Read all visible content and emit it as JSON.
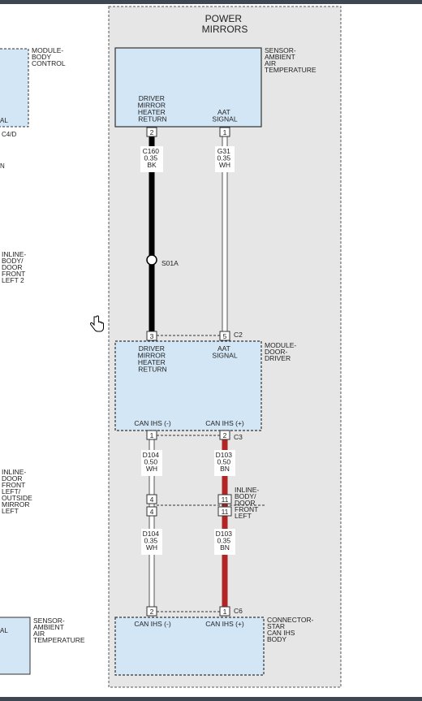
{
  "title": [
    "POWER",
    "MIRRORS"
  ],
  "components": {
    "body_control": [
      "MODULE-",
      "BODY",
      "CONTROL"
    ],
    "ambient_sensor": [
      "SENSOR-",
      "AMBIENT",
      "AIR",
      "TEMPERATURE"
    ],
    "door_driver": [
      "MODULE-",
      "DOOR-",
      "DRIVER"
    ],
    "connector_star": [
      "CONNECTOR-",
      "STAR",
      "CAN IHS",
      "BODY"
    ],
    "left_inline_body_door": [
      "INLINE-",
      "BODY/",
      "DOOR",
      "FRONT",
      "LEFT 2"
    ],
    "left_inline_door_mirror": [
      "INLINE-",
      "DOOR",
      "FRONT",
      "LEFT/",
      "OUTSIDE",
      "MIRROR",
      "LEFT"
    ],
    "left_sensor": [
      "SENSOR-",
      "AMBIENT",
      "AIR",
      "TEMPERATURE"
    ],
    "inline_body_door_right": [
      "INLINE-",
      "BODY/",
      "DOOR",
      "FRONT",
      "LEFT"
    ]
  },
  "left_fragments": {
    "c4d": "C4/D",
    "al": "AL",
    "n": "N",
    "al2": "AL"
  },
  "pins": {
    "sensor_driver": [
      "DRIVER",
      "MIRROR",
      "HEATER",
      "RETURN"
    ],
    "sensor_aat": [
      "AAT",
      "SIGNAL"
    ],
    "module_driver": [
      "DRIVER",
      "MIRROR",
      "HEATER",
      "RETURN"
    ],
    "module_aat": [
      "AAT",
      "SIGNAL"
    ],
    "can_minus": "CAN IHS (-)",
    "can_plus": "CAN IHS (+)"
  },
  "pin_numbers": {
    "sensor_left": "2",
    "sensor_right": "1",
    "mod_top_left": "3",
    "mod_top_right": "5",
    "mod_bot_left": "1",
    "mod_bot_right": "2",
    "inline_left_a": "4",
    "inline_right_a": "11",
    "inline_left_b": "4",
    "inline_right_b": "11",
    "star_left": "2",
    "star_right": "1"
  },
  "connectors": {
    "c2": "C2",
    "c3": "C3",
    "c6": "C6"
  },
  "splice": "S01A",
  "wires": {
    "c160": [
      "C160",
      "0.35",
      "BK"
    ],
    "g31": [
      "G31",
      "0.35",
      "WH"
    ],
    "d104_a": [
      "D104",
      "0.50",
      "WH"
    ],
    "d103_a": [
      "D103",
      "0.50",
      "BN"
    ],
    "d104_b": [
      "D104",
      "0.35",
      "WH"
    ],
    "d103_b": [
      "D103",
      "0.35",
      "BN"
    ]
  },
  "colors": {
    "module_fill": "#d3e6f5",
    "panel_fill": "#e6e6e6",
    "wire_black": "#000000",
    "wire_brown": "#b22525",
    "wire_white": "#ffffff",
    "top_bar": "#3e4652"
  }
}
